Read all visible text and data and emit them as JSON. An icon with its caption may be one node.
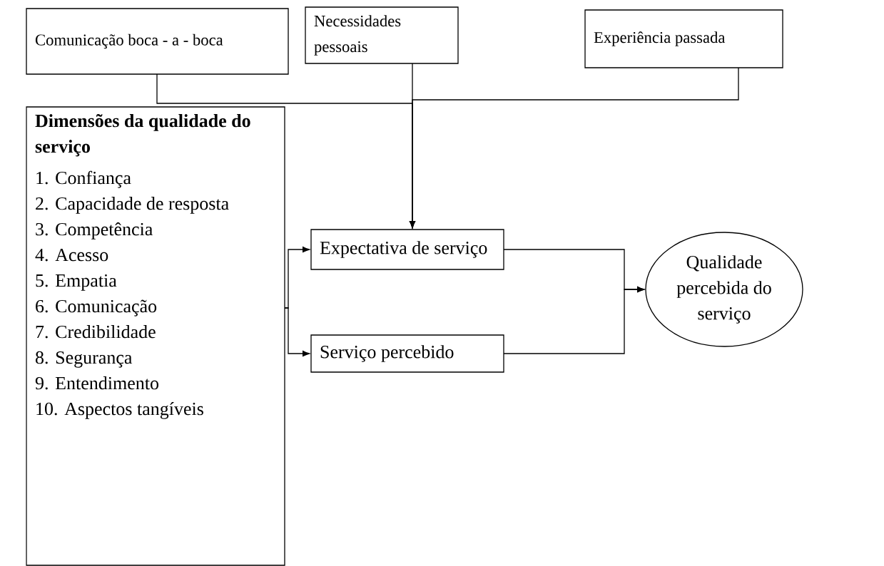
{
  "diagram": {
    "nodes": [
      {
        "text": [
          "Comunicação boca - a - boca"
        ]
      },
      {
        "text": [
          "Necessidades pessoais"
        ]
      },
      {
        "text": [
          "Experiência passada"
        ]
      },
      {
        "text": [
          "Dimensões da qualidade do serviço",
          "1. Confiança",
          "2. Capacidade de resposta",
          "3. Competência",
          "4. Acesso",
          "5. Empatia",
          "6. Comunicação",
          "7. Credibilidade",
          "8. Segurança",
          "9. Entendimento",
          "10. Aspectos tangíveis"
        ]
      },
      {
        "text": [
          "Expectativa de serviço"
        ]
      },
      {
        "text": [
          "Serviço percebido"
        ]
      },
      {
        "text": [
          "Qualidade percebida do serviço"
        ]
      }
    ],
    "edges": [
      {
        "from": 0,
        "to": 4,
        "arrow": "to"
      },
      {
        "from": 1,
        "to": 4,
        "arrow": "to"
      },
      {
        "from": 2,
        "to": 4,
        "arrow": "to"
      },
      {
        "from": 3,
        "to": 4,
        "arrow": "to"
      },
      {
        "from": 3,
        "to": 5,
        "arrow": "to"
      },
      {
        "from": 4,
        "to": 6,
        "arrow": "to"
      },
      {
        "from": 5,
        "to": 6,
        "arrow": "to"
      }
    ]
  }
}
